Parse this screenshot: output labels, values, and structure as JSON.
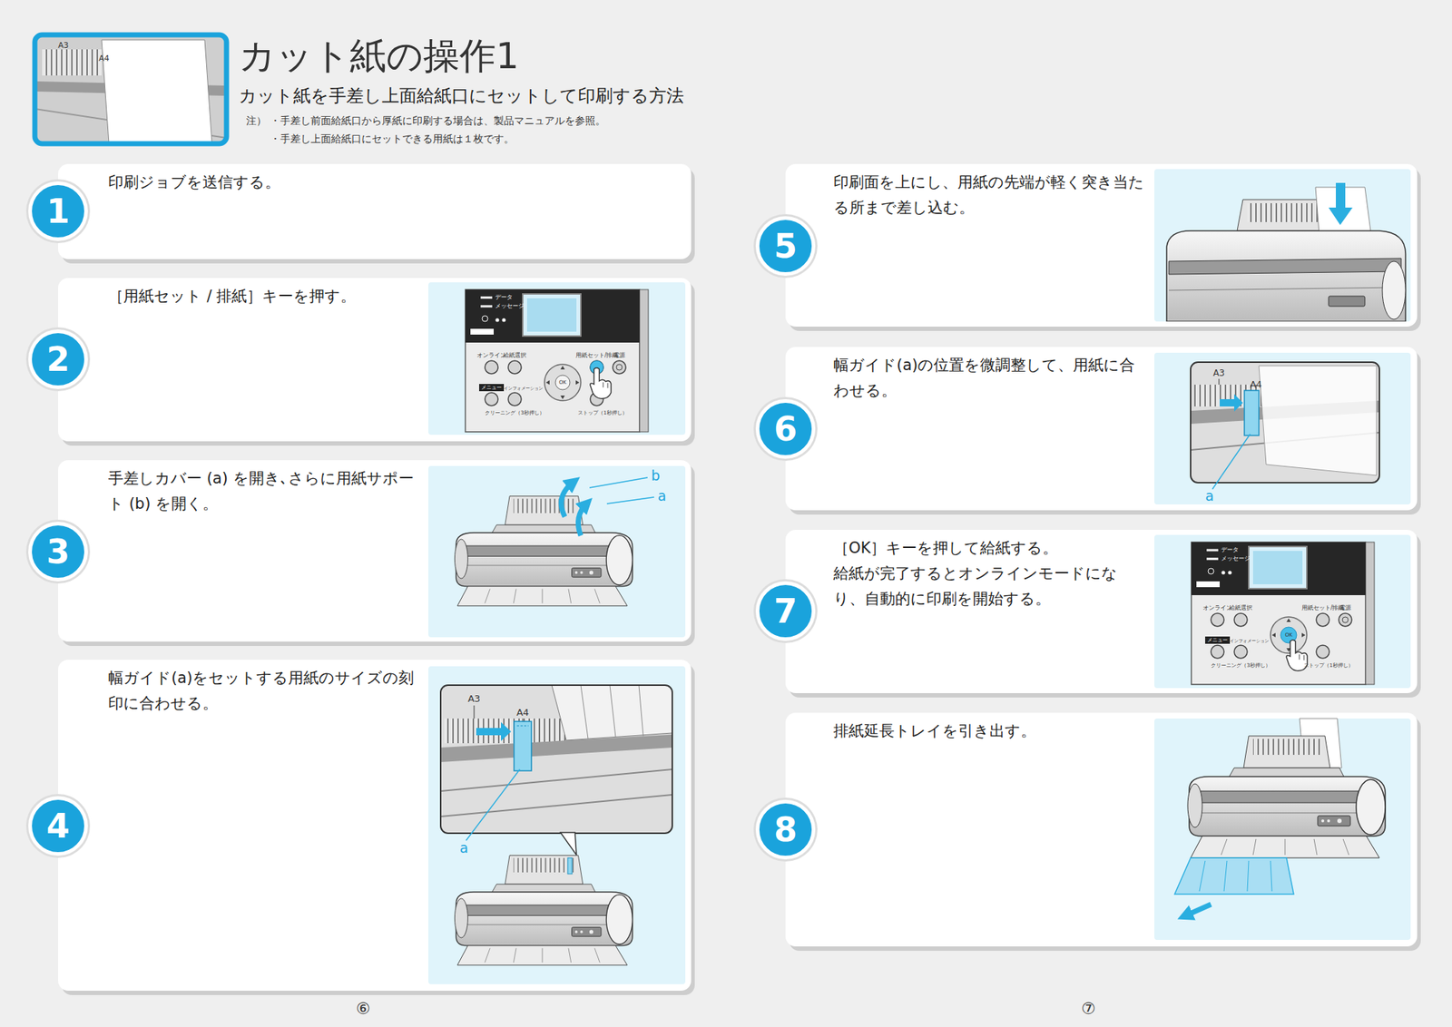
{
  "diagram": {
    "title": "カット紙の操作1",
    "nodes": [
      {
        "text": [
          "印刷ジョブを送信する。"
        ]
      },
      {
        "text": [
          "1"
        ],
        "in": 0
      },
      {
        "text": [
          "［用紙セット / 排紙］キーを押す。"
        ]
      },
      {
        "text": [
          "2"
        ],
        "in": 2
      },
      {
        "text": [
          "手差しカバー (a) を開き､さらに用紙サポート (b) を開く。"
        ]
      },
      {
        "text": [
          "3"
        ],
        "in": 4
      },
      {
        "text": [
          "幅ガイド(a)をセットする用紙のサイズの刻印に合わせる。"
        ]
      },
      {
        "text": [
          "4"
        ],
        "in": 6
      },
      {
        "text": [
          "印刷面を上にし、用紙の先端が軽く突き当たる所まで差し込む。"
        ]
      },
      {
        "text": [
          "5"
        ],
        "in": 8
      },
      {
        "text": [
          "幅ガイド(a)の位置を微調整して、用紙に合わせる。"
        ]
      },
      {
        "text": [
          "6"
        ],
        "in": 10
      },
      {
        "text": [
          "［OK］キーを押して給紙する。",
          "給紙が完了するとオンラインモードになり、自動的に印刷を開始する。"
        ]
      },
      {
        "text": [
          "7"
        ],
        "in": 12
      },
      {
        "text": [
          "排紙延長トレイを引き出す。"
        ]
      },
      {
        "text": [
          "8"
        ],
        "in": 14
      }
    ],
    "labels": [
      "カット紙を手差し上面給紙口にセットして印刷する方法",
      "注）",
      "・手差し前面給紙口から厚紙に印刷する場合は、製品マニュアルを参照。",
      "・手差し上面給紙口にセットできる用紙は１枚です。",
      "A3",
      "A4",
      "データ",
      "メッセージ",
      "オンライン",
      "給紙選択",
      "用紙セット/排紙",
      "電源",
      "メニュー",
      "インフォメーション",
      "OK",
      "ストップ（1秒押し）",
      "クリーニング（3秒押し）",
      "b",
      "a",
      "A3",
      "A4",
      "a",
      "A3",
      "A4",
      "a",
      "データ",
      "メッセージ",
      "オンライン",
      "給紙選択",
      "用紙セット/排紙",
      "電源",
      "メニュー",
      "インフォメーション",
      "OK",
      "ストップ（1秒押し）",
      "クリーニング（3秒押し）",
      "⑥",
      "⑦"
    ]
  }
}
